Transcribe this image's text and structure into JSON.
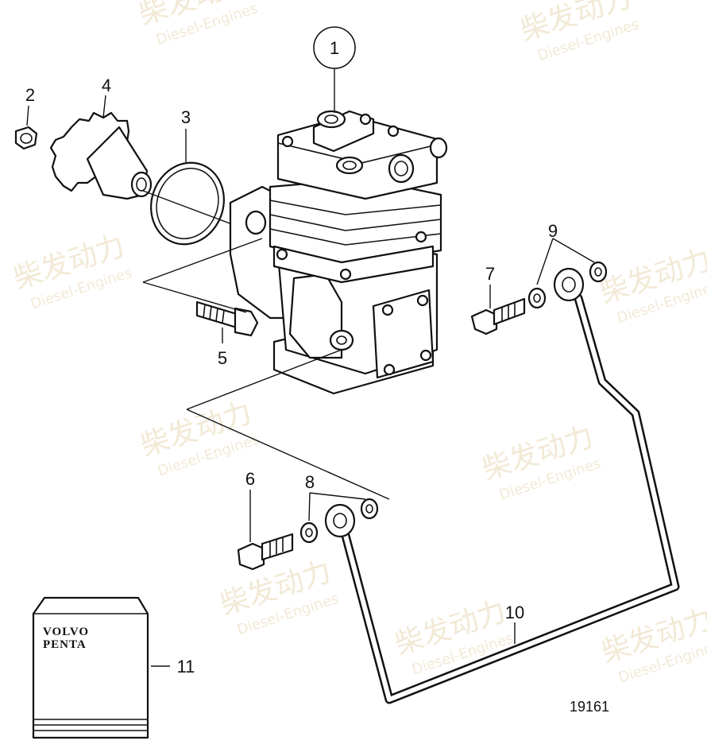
{
  "watermark": {
    "brand_cn": "柴发动力",
    "brand_en": "Diesel-Engines"
  },
  "callouts": [
    {
      "id": "1",
      "label": "1"
    },
    {
      "id": "2",
      "label": "2"
    },
    {
      "id": "3",
      "label": "3"
    },
    {
      "id": "4",
      "label": "4"
    },
    {
      "id": "5",
      "label": "5"
    },
    {
      "id": "6",
      "label": "6"
    },
    {
      "id": "7",
      "label": "7"
    },
    {
      "id": "8",
      "label": "8"
    },
    {
      "id": "9",
      "label": "9"
    },
    {
      "id": "10",
      "label": "10"
    },
    {
      "id": "11",
      "label": "11"
    }
  ],
  "gasket_kit": {
    "brand_line1": "VOLVO",
    "brand_line2": "PENTA"
  },
  "figure_number": "19161"
}
